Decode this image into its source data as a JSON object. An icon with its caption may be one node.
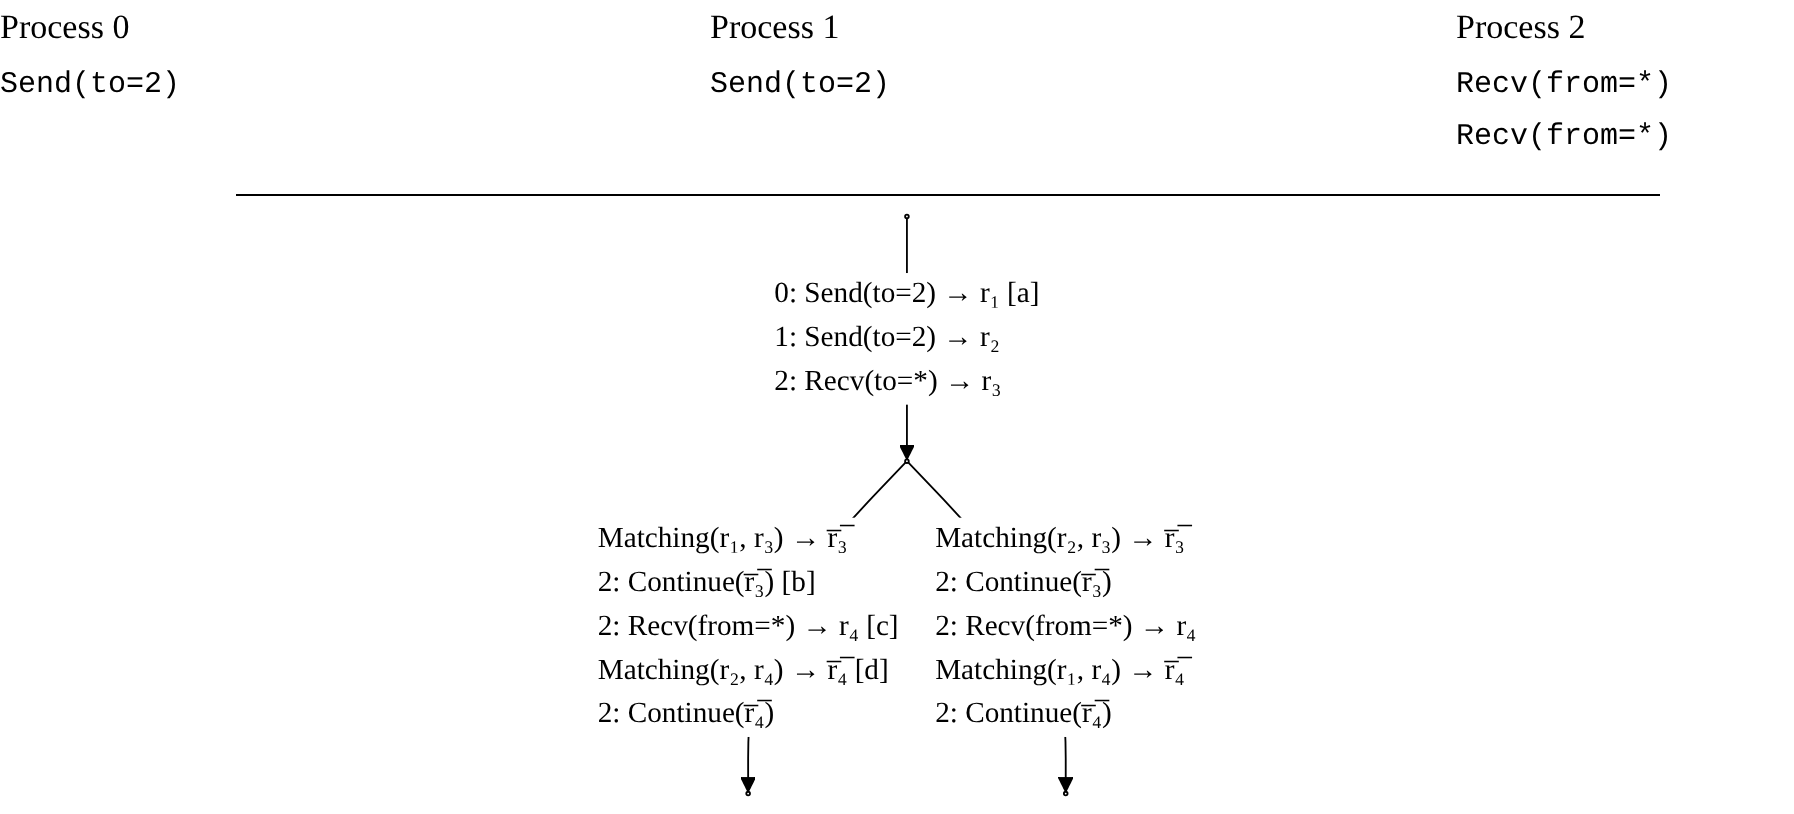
{
  "diagram": {
    "nodes": [
      {
        "text": [],
        "shape": "circle"
      },
      {
        "text": [],
        "shape": "circle"
      },
      {
        "text": [],
        "shape": "circle"
      },
      {
        "text": [],
        "shape": "circle"
      }
    ],
    "edges": [
      {
        "from": 0,
        "to": 1,
        "arrow": "to",
        "label": "0: Send(to=2) → r₁ [a]\n1: Send(to=2) → r₂\n2: Recv(to=*) → r₃"
      },
      {
        "from": 1,
        "to": 2,
        "arrow": "to",
        "label": "Matching(r₁, r₃) → r̅₃̅\n2: Continue(r̅₃̅) [b]\n2: Recv(from=*) → r₄ [c]\nMatching(r₂, r₄) → r̅₄̅ [d]\n2: Continue(r̅₄̅)"
      },
      {
        "from": 1,
        "to": 3,
        "arrow": "to",
        "label": "Matching(r₂, r₃) → r̅₃̅\n2: Continue(r̅₃̅)\n2: Recv(from=*) → r₄\nMatching(r₁, r₄) → r̅₄̅\n2: Continue(r̅₄̅)"
      }
    ],
    "labels": [
      "Process 0",
      "Process 1",
      "Process 2",
      "Send(to=2)",
      "Send(to=2)",
      "Recv(from=*)",
      "Recv(from=*)"
    ]
  }
}
